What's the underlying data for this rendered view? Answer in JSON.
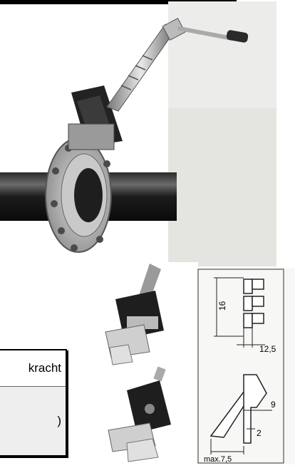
{
  "table": {
    "header_fragment": "kracht",
    "value_fragment": ")"
  },
  "drawing": {
    "height_label": "16",
    "width_top_label": "12,5",
    "gap_label": "9",
    "tip_label": "2",
    "max_label": "max.7,5"
  },
  "icons": {
    "main_photo": "pipe-flange-puller-photo",
    "closeup_photo": "jaw-closeup-photo",
    "drawing": "jaw-dimension-drawing"
  }
}
